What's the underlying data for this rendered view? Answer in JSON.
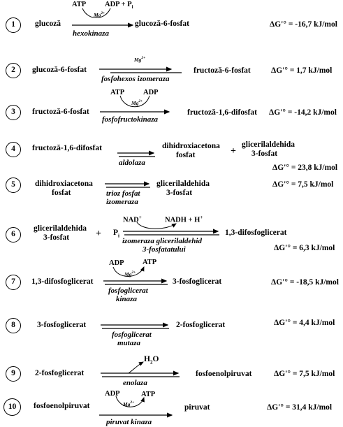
{
  "steps": [
    {
      "num": "1",
      "left": "glucoză",
      "right": "glucoză-6-fosfat",
      "enzyme": "hexokinaza",
      "cof_in": "ATP",
      "cof_out": "ADP + P",
      "cof_out_sub": "i",
      "mg": "Mg",
      "mg_sup": "2+",
      "dg_label": "ΔG'°",
      "dg_value": "= -16,7 kJ/mol"
    },
    {
      "num": "2",
      "left": "glucoză-6-fosfat",
      "right": "fructoză-6-fosfat",
      "enzyme": "fosfohexos izomeraza",
      "mg": "Mg",
      "mg_sup": "2+",
      "dg_label": "ΔG'°",
      "dg_value": "= 1,7 kJ/mol"
    },
    {
      "num": "3",
      "left": "fructoză-6-fosfat",
      "right": "fructoză-1,6-difosfat",
      "enzyme": "fosfofructokinaza",
      "cof_in": "ATP",
      "cof_out": "ADP",
      "mg": "Mg",
      "mg_sup": "2+",
      "dg_label": "ΔG'°",
      "dg_value": "= -14,2 kJ/mol"
    },
    {
      "num": "4",
      "left": "fructoză-1,6-difosfat",
      "right1a": "dihidroxiacetona",
      "right1b": "fosfat",
      "plus": "+",
      "right2a": "glicerilaldehida",
      "right2b": "3-fosfat",
      "enzyme": "aldolaza",
      "dg_label": "ΔG'°",
      "dg_value": "= 23,8 kJ/mol"
    },
    {
      "num": "5",
      "left_a": "dihidroxiacetona",
      "left_b": "fosfat",
      "right_a": "glicerilaldehida",
      "right_b": "3-fosfat",
      "enzyme_a": "trioz fosfat",
      "enzyme_b": "izomeraza",
      "dg_label": "ΔG'°",
      "dg_value": "= 7,5 kJ/mol"
    },
    {
      "num": "6",
      "left_a": "glicerilaldehida",
      "left_b": "3-fosfat",
      "plus": "+",
      "pi": "P",
      "pi_sub": "i",
      "cof_in": "NAD",
      "cof_in_sup": "+",
      "cof_out": "NADH + H",
      "cof_out_sup": "+",
      "right": "1,3-difosfoglicerat",
      "enzyme_a": "izomeraza glicerilaldehid",
      "enzyme_b": "3-fosfatatului",
      "dg_label": "ΔG'°",
      "dg_value": "= 6,3 kJ/mol"
    },
    {
      "num": "7",
      "left": "1,3-difosfoglicerat",
      "right": "3-fosfoglicerat",
      "cof_in": "ADP",
      "cof_out": "ATP",
      "mg": "Mg",
      "mg_sup": "2+",
      "enzyme_a": "fosfoglicerat",
      "enzyme_b": "kinaza",
      "dg_label": "ΔG'°",
      "dg_value": "= -18,5 kJ/mol"
    },
    {
      "num": "8",
      "left": "3-fosfoglicerat",
      "right": "2-fosfoglicerat",
      "enzyme_a": "fosfoglicerat",
      "enzyme_b": "mutaza",
      "dg_label": "ΔG'°",
      "dg_value": "= 4,4 kJ/mol"
    },
    {
      "num": "9",
      "left": "2-fosfoglicerat",
      "right": "fosfoenolpiruvat",
      "product": "H",
      "product_sub": "2",
      "product_end": "O",
      "enzyme": "enolaza",
      "dg_label": "ΔG'°",
      "dg_value": "= 7,5 kJ/mol"
    },
    {
      "num": "10",
      "left": "fosfoenolpiruvat",
      "right": "piruvat",
      "cof_in": "ADP",
      "cof_out": "ATP",
      "mg": "Mg",
      "mg_sup": "2+",
      "enzyme": "piruvat kinaza",
      "dg_label": "ΔG'°",
      "dg_value": "= 31,4 kJ/mol"
    }
  ]
}
